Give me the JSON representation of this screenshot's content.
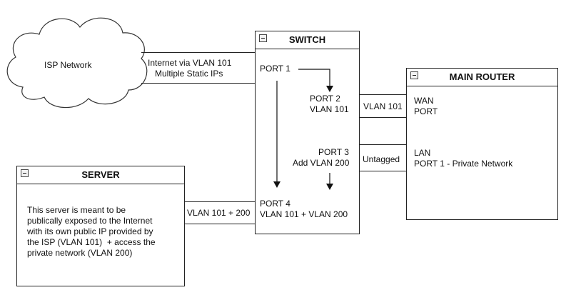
{
  "isp": {
    "label": "ISP Network"
  },
  "uplink": {
    "line1": "Internet via VLAN 101",
    "line2": "Multiple Static IPs"
  },
  "switch": {
    "title": "SWITCH",
    "port1": "PORT 1",
    "port2_name": "PORT 2",
    "port2_vlan": "VLAN 101",
    "port3_name": "PORT 3",
    "port3_vlan": "Add VLAN 200",
    "port4_name": "PORT 4",
    "port4_vlan": "VLAN 101 + VLAN 200"
  },
  "router": {
    "title": "MAIN ROUTER",
    "wan_line1": "WAN",
    "wan_line2": "PORT",
    "lan_line1": "LAN",
    "lan_line2": "PORT 1 - Private Network"
  },
  "server": {
    "title": "SERVER",
    "desc_lines": [
      "This server is meant to be",
      "publically exposed to the Internet",
      "with its own public IP provided by",
      "the ISP (VLAN 101)  + access the",
      "private network (VLAN 200)"
    ]
  },
  "links": {
    "wan_label": "VLAN 101",
    "lan_label": "Untagged",
    "server_label": "VLAN 101 + 200"
  }
}
